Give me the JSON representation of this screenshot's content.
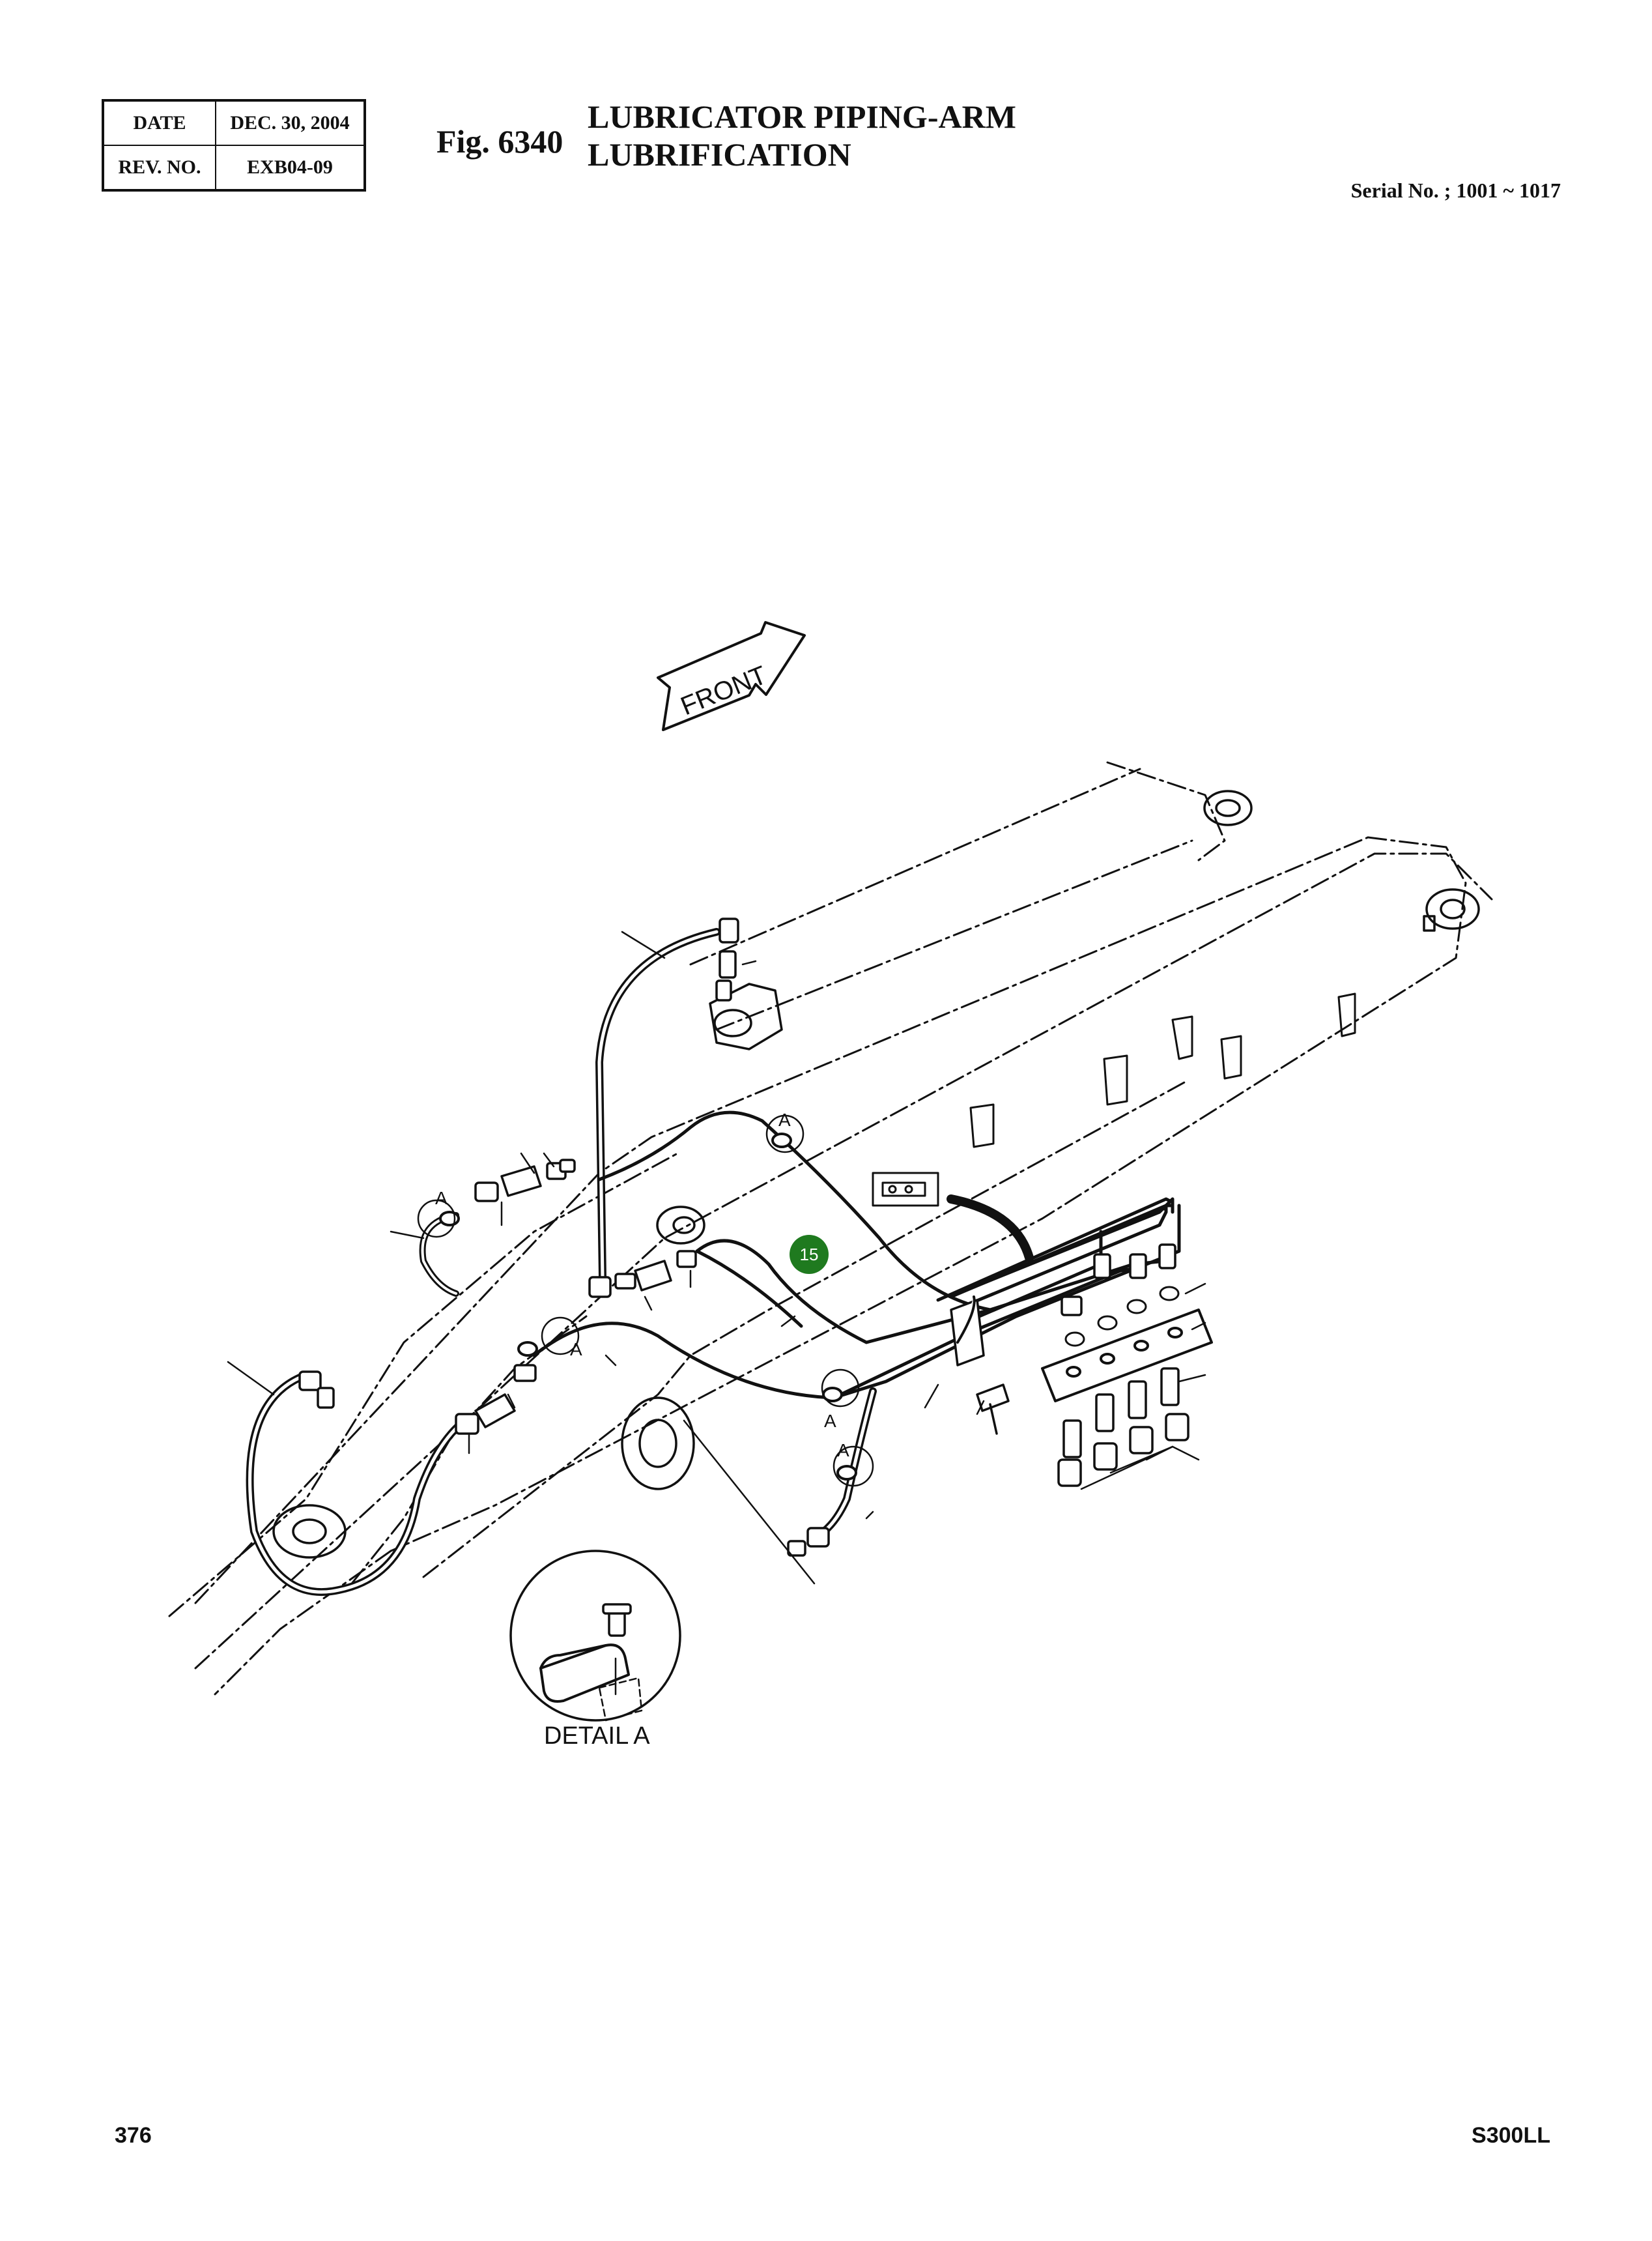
{
  "header": {
    "date_label": "DATE",
    "date_value": "DEC. 30, 2004",
    "rev_label": "REV. NO.",
    "rev_value": "EXB04-09"
  },
  "figure": {
    "number": "Fig. 6340",
    "title_line1": "LUBRICATOR PIPING-ARM",
    "title_line2": "LUBRIFICATION",
    "serial": "Serial No. ; 1001 ~ 1017"
  },
  "diagram": {
    "front_arrow_label": "FRONT",
    "detail_label": "DETAIL  A",
    "callout_marker": "A",
    "highlight_badge": "15",
    "highlight_color": "#1f7a1f"
  },
  "footer": {
    "page_number": "376",
    "model": "S300LL"
  }
}
